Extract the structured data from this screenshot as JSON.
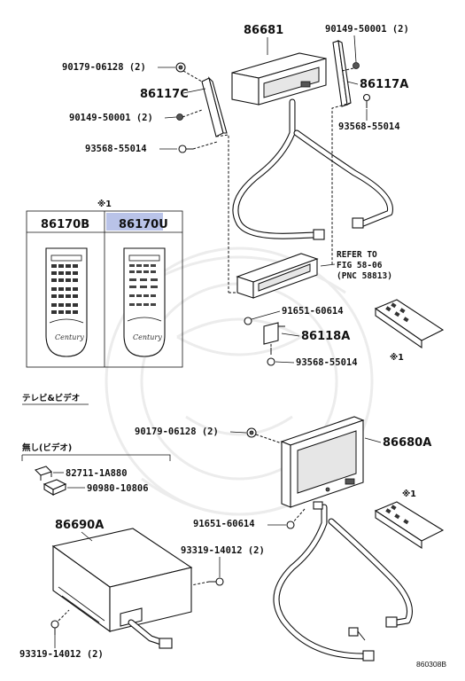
{
  "labels": {
    "p86681": "86681",
    "p90149_50001_2_top": "90149-50001 (2)",
    "p90179_06128_2_top": "90179-06128 (2)",
    "p86117c": "86117C",
    "p86117a": "86117A",
    "p90149_50001_2_left": "90149-50001 (2)",
    "p93568_55014_right": "93568-55014",
    "p93568_55014_left": "93568-55014",
    "note_mark_1": "※1",
    "p86170b": "86170B",
    "p86170u": "86170U",
    "ref_line1": "REFER TO",
    "ref_line2": "FIG 58-06",
    "ref_line3": "(PNC 58813)",
    "p91651_60614_top": "91651-60614",
    "p86118a": "86118A",
    "p93568_55014_bottom": "93568-55014",
    "note_mark_2": "※1",
    "section_tv_video": "テレビ&ビデオ",
    "p90179_06128_2_mid": "90179-06128 (2)",
    "p86680a": "86680A",
    "section_none_video": "無し(ビデオ)",
    "p82711_1a880": "82711-1A880",
    "p90980_10806": "90980-10806",
    "note_mark_3": "※1",
    "p91651_60614_bottom": "91651-60614",
    "p86690a": "86690A",
    "p93319_14012_2_right": "93319-14012 (2)",
    "p93319_14012_2_left": "93319-14012 (2)",
    "brand_script_1": "Century",
    "brand_script_2": "Century",
    "figure_code": "860308B"
  },
  "colors": {
    "highlight": "#b9c3e8",
    "ink": "#111111",
    "watermark": "#ececec"
  }
}
